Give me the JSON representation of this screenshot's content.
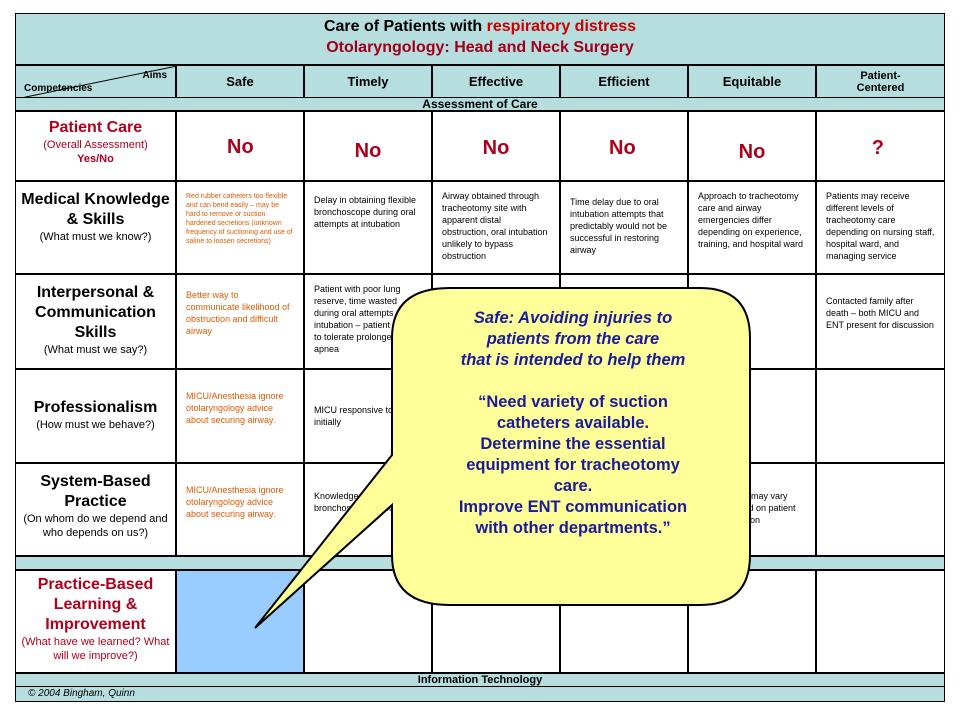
{
  "title": {
    "line1_prefix": "Care of Patients with ",
    "line1_highlight": "respiratory distress",
    "line2": "Otolaryngology: Head and Neck Surgery"
  },
  "header": {
    "aims": "Aims",
    "competencies": "Competencies",
    "columns": [
      "Safe",
      "Timely",
      "Effective",
      "Efficient",
      "Equitable",
      "Patient-\nCentered"
    ]
  },
  "bands": {
    "assessment": "Assessment of Care",
    "information_technology": "Information Technology"
  },
  "rows": {
    "patient_care": {
      "title": "Patient Care",
      "sub": "(Overall Assessment)",
      "sub2": "Yes/No",
      "cells": [
        "No",
        "No",
        "No",
        "No",
        "No",
        "?"
      ]
    },
    "medical_knowledge": {
      "title": "Medical Knowledge & Skills",
      "sub": "(What must we know?)",
      "cells": [
        "Red rubber catheters too flexible and can bend easily – may be hard to remove or suction hardened secretions (unknown frequency of suctioning and use of saline to loosen secretions)",
        "Delay in obtaining flexible bronchoscope during oral attempts at intubation",
        "Airway obtained through tracheotomy site with apparent distal obstruction, oral intubation unlikely to bypass obstruction",
        "Time delay due to oral intubation attempts that predictably would not be successful in restoring airway",
        "Approach to tracheotomy care and airway emergencies differ depending on experience, training, and hospital ward",
        "Patients may receive different levels of tracheotomy care depending on nursing staff, hospital ward, and managing service"
      ]
    },
    "interpersonal": {
      "title": "Interpersonal & Communication Skills",
      "sub": "(What must we say?)",
      "cells": [
        "Better way to communicate likelihood of obstruction and difficult airway",
        "Patient with poor lung reserve, time wasted during oral attempts at intubation – patient unable to tolerate prolonged apnea",
        "",
        "",
        "",
        "Contacted family after death – both MICU and ENT present for discussion"
      ]
    },
    "professionalism": {
      "title": "Professionalism",
      "sub": "(How must we behave?)",
      "cells": [
        "MICU/Anesthesia ignore otolaryngology advice about securing airway.",
        "MICU responsive to code initially",
        "",
        "",
        "",
        ""
      ]
    },
    "systems": {
      "title": "System-Based Practice",
      "sub": "(On whom do we depend and who depends on us?)",
      "cells": [
        "MICU/Anesthesia ignore otolaryngology advice about securing airway.",
        "Knowledge of where bronchoscope is located",
        "",
        "",
        "Care may vary based on patient location",
        ""
      ]
    },
    "pbli": {
      "title": "Practice-Based Learning & Improvement",
      "sub": "(What have we learned? What will we improve?)"
    }
  },
  "callout": {
    "line1": "Safe: Avoiding injuries to",
    "line2": "patients from the care",
    "line3": "that is intended to help them",
    "quote1": "“Need variety of suction",
    "quote2": "catheters available.",
    "quote3": "Determine the essential",
    "quote4": "equipment for tracheotomy",
    "quote5": "care.",
    "quote6": "Improve ENT communication",
    "quote7": "with other departments.”"
  },
  "copyright": "© 2004 Bingham, Quinn",
  "colors": {
    "band": "#b6dede",
    "title_red": "#a0001a",
    "no_red": "#b0001c",
    "orange_text": "#e05a00",
    "callout_fill": "#ffff99",
    "callout_text": "#1a1a9c",
    "pbli_blue": "#99ccff"
  }
}
